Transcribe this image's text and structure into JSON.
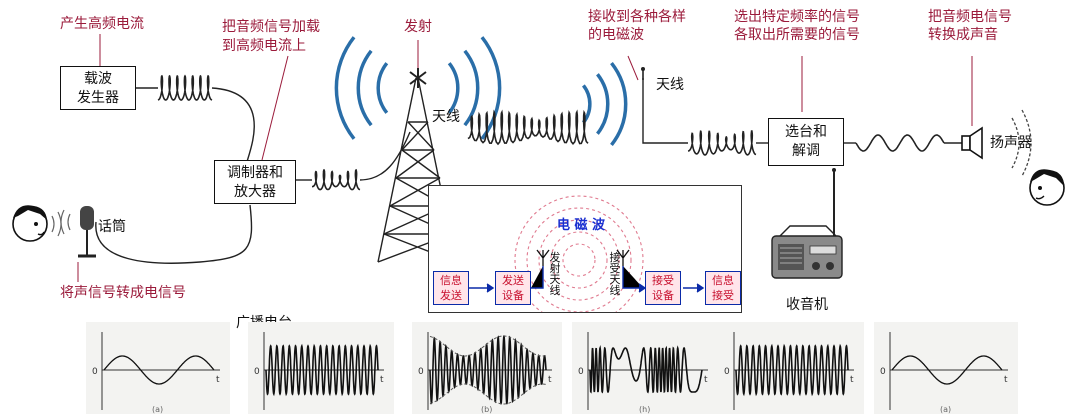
{
  "labels": {
    "carrier_caption": "产生高频电流",
    "modulate_caption_1": "把音频信号加载",
    "modulate_caption_2": "到高频电流上",
    "transmit_caption": "发射",
    "receive_caption_1": "接收到各种各样",
    "receive_caption_2": "的电磁波",
    "tune_caption_1": "选出特定频率的信号",
    "tune_caption_2": "各取出所需要的信号",
    "speaker_caption_1": "把音频电信号",
    "speaker_caption_2": "转换成声音",
    "mic_caption": "将声信号转成电信号",
    "tx_antenna": "天线",
    "rx_antenna": "天线",
    "microphone": "话筒",
    "speaker": "扬声器",
    "radio": "收音机",
    "station": "广播电台"
  },
  "boxes": {
    "carrier_generator": [
      "载波",
      "发生器"
    ],
    "modulator_amplifier": [
      "调制器和",
      "放大器"
    ],
    "tuner_demodulator": [
      "选台和",
      "解调"
    ]
  },
  "inset": {
    "title": "电 磁 波",
    "blocks": [
      [
        "信息",
        "发送"
      ],
      [
        "发送",
        "设备"
      ],
      [
        "接受",
        "设备"
      ],
      [
        "信息",
        "接受"
      ]
    ],
    "tx_antenna": "发射天线",
    "rx_antenna": "接受天线"
  },
  "waveforms": {
    "panels": [
      {
        "type": "low-frequency",
        "caption": "(a)"
      },
      {
        "type": "high-frequency"
      },
      {
        "type": "amplitude-modulated",
        "caption": "(b)"
      },
      {
        "type": "frequency-modulated",
        "caption": "(h)"
      },
      {
        "type": "high-frequency"
      },
      {
        "type": "low-frequency",
        "caption": "(a)"
      }
    ],
    "axis_x": "t",
    "axis_origin": "0"
  },
  "colors": {
    "caption_red": "#9b1b3b",
    "wave_blue": "#2a6ea8",
    "inset_red": "#c8102e",
    "inset_blue": "#0a2aa8"
  }
}
